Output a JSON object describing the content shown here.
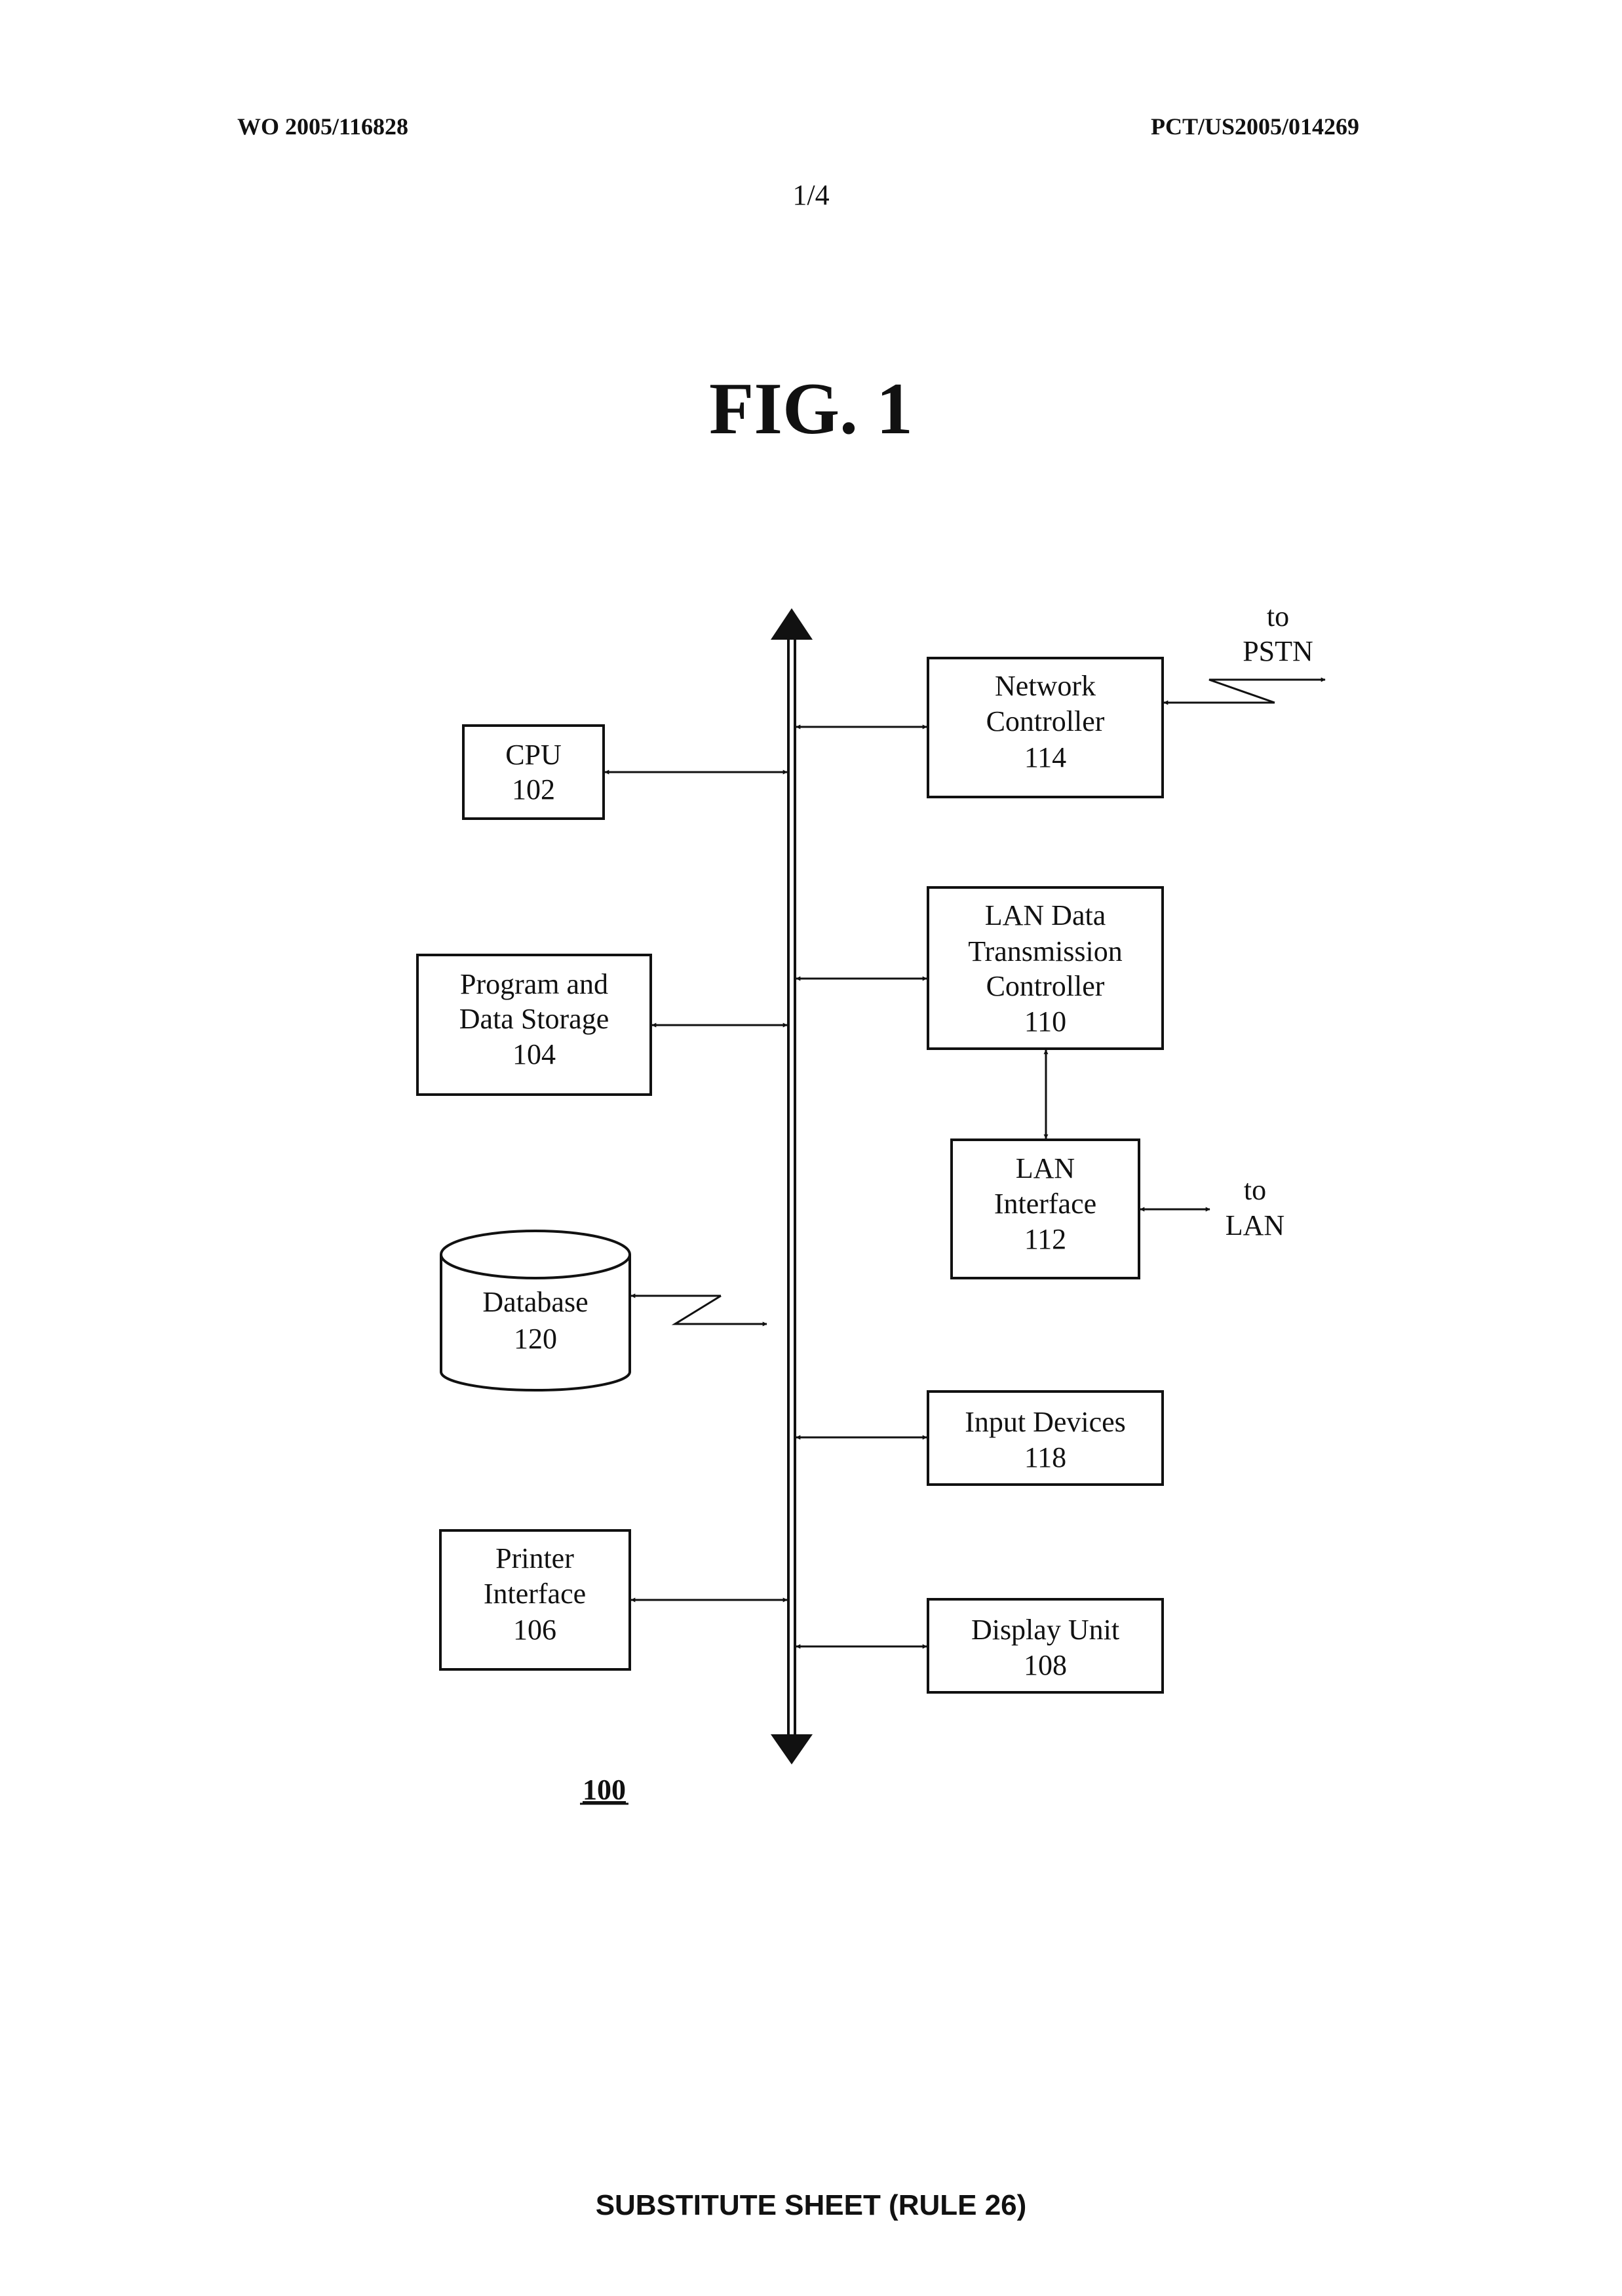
{
  "header": {
    "left": "WO 2005/116828",
    "right": "PCT/US2005/014269",
    "page": "1/4"
  },
  "figure": {
    "title": "FIG. 1",
    "system_ref": "100",
    "blocks": {
      "cpu": [
        "CPU",
        "102"
      ],
      "storage": [
        "Program and",
        "Data Storage",
        "104"
      ],
      "database": [
        "Database",
        "120"
      ],
      "printer": [
        "Printer",
        "Interface",
        "106"
      ],
      "network": [
        "Network",
        "Controller",
        "114"
      ],
      "lan_data": [
        "LAN Data",
        "Transmission",
        "Controller",
        "110"
      ],
      "lan_interface": [
        "LAN",
        "Interface",
        "112"
      ],
      "input": [
        "Input Devices",
        "118"
      ],
      "display": [
        "Display Unit",
        "108"
      ]
    },
    "external": {
      "pstn": [
        "to",
        "PSTN"
      ],
      "lan": [
        "to",
        "LAN"
      ]
    }
  },
  "footer": "SUBSTITUTE SHEET (RULE 26)"
}
